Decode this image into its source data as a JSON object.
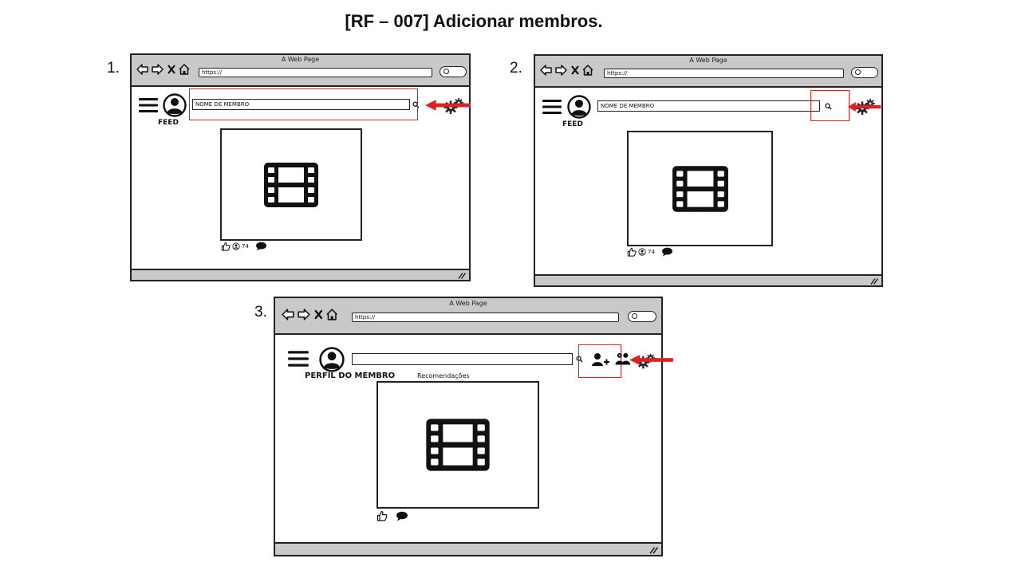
{
  "page": {
    "title": "[RF – 007] Adicionar membros."
  },
  "colors": {
    "highlight": "#e02020",
    "chrome": "#c9c9c9",
    "ink": "#222222"
  },
  "icons": [
    "arrow-left-icon",
    "arrow-right-icon",
    "close-icon",
    "home-icon",
    "search-icon",
    "hamburger-menu-icon",
    "user-avatar-icon",
    "gear-icon",
    "film-icon",
    "thumbs-up-icon",
    "user-small-icon",
    "speech-bubble-icon",
    "add-user-icon",
    "group-icon",
    "red-arrow-icon",
    "resize-grip-icon"
  ],
  "steps": [
    {
      "number": "1.",
      "window_title": "A Web Page",
      "url": "https://",
      "search_value": "NOME DE MEMBRO",
      "page_label": "FEED",
      "likes": "74"
    },
    {
      "number": "2.",
      "window_title": "A Web Page",
      "url": "https://",
      "search_value": "NOME DE MEMBRO",
      "page_label": "FEED",
      "likes": "74"
    },
    {
      "number": "3.",
      "window_title": "A Web Page",
      "url": "https://",
      "search_value": "",
      "page_label": "PERFIL DO MEMBRO",
      "section_label": "Recomendações"
    }
  ]
}
